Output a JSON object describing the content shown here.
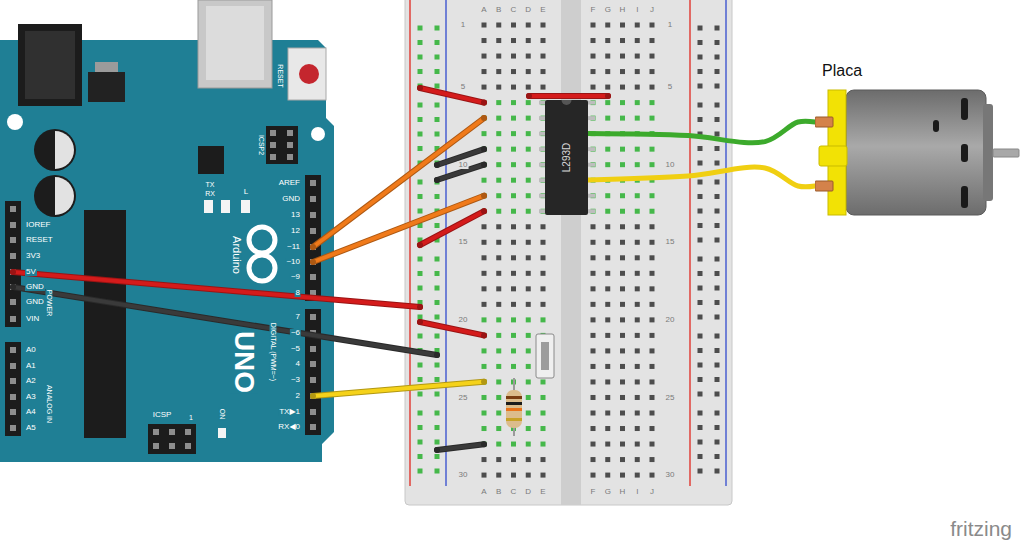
{
  "diagram": {
    "nodes": [
      {
        "text": [
          "L293D"
        ]
      },
      {
        "text": [
          "Placa"
        ]
      }
    ],
    "edges": [
      {
        "from": 0,
        "to": 1,
        "arrow": "none"
      },
      {
        "from": 0,
        "to": 1,
        "arrow": "none"
      }
    ],
    "labels": [
      "RESET",
      "ICSP2",
      "TX",
      "RX",
      "L",
      "AREF",
      "GND",
      "13",
      "12",
      "~11",
      "~10",
      "~9",
      "8",
      "7",
      "~6",
      "~5",
      "4",
      "~3",
      "2",
      "TX▶1",
      "RX◀0",
      "IOREF",
      "RESET",
      "3V3",
      "5V",
      "GND",
      "GND",
      "VIN",
      "POWER",
      "A0",
      "A1",
      "A2",
      "A3",
      "A4",
      "A5",
      "ANALOG IN",
      "DIGITAL (PWM=~)",
      "Arduino",
      "UNO",
      "ICSP",
      "1",
      "ON",
      "A",
      "B",
      "C",
      "D",
      "E",
      "F",
      "G",
      "H",
      "I",
      "J",
      "A",
      "B",
      "C",
      "D",
      "E",
      "F",
      "G",
      "H",
      "I",
      "J",
      "1",
      "5",
      "10",
      "15",
      "20",
      "25",
      "30",
      "1",
      "5",
      "10",
      "15",
      "20",
      "25",
      "30",
      "fritzing"
    ]
  }
}
